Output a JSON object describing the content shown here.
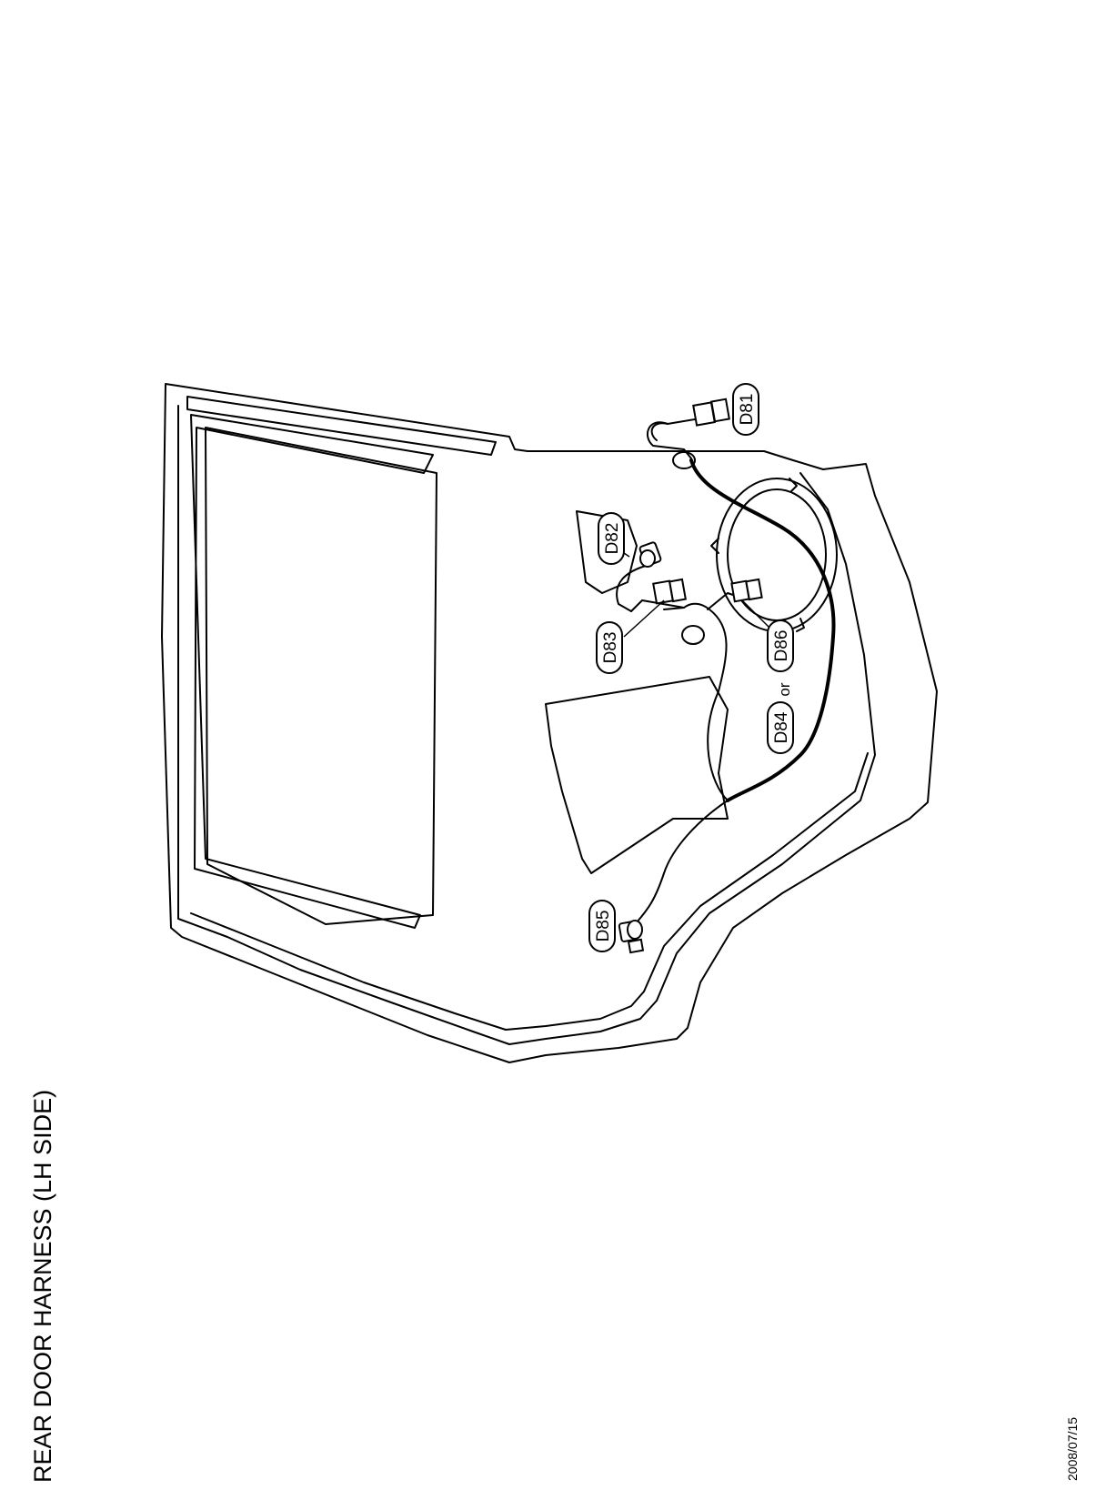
{
  "title": "REAR DOOR HARNESS (LH SIDE)",
  "date": "2008/07/15",
  "connectors": {
    "d81": "D81",
    "d82": "D82",
    "d83": "D83",
    "d84": "D84",
    "d85": "D85",
    "d86": "D86",
    "or": "or"
  }
}
